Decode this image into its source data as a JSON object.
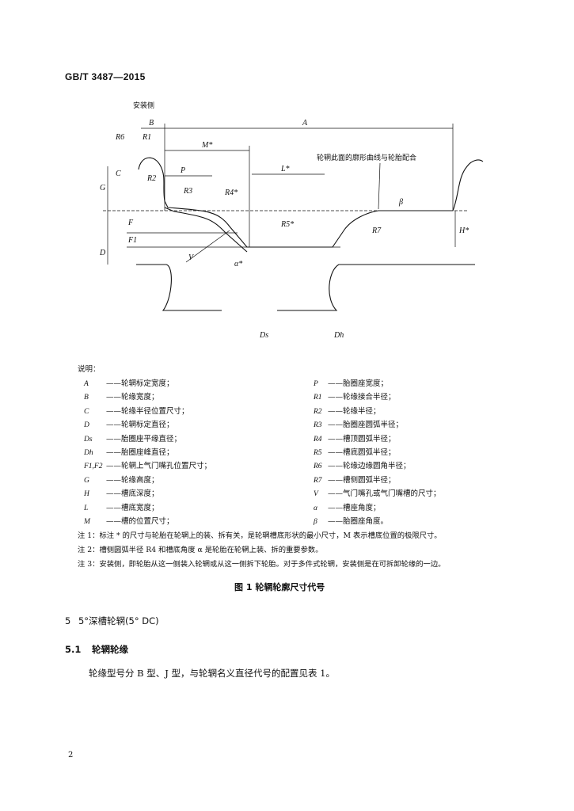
{
  "header": {
    "standard": "GB/T 3487—2015"
  },
  "figure": {
    "labels": {
      "mount_side": "安装侧",
      "B": "B",
      "A": "A",
      "M": "M*",
      "P": "P",
      "L": "L*",
      "R6": "R6",
      "R1": "R1",
      "R2": "R2",
      "R3": "R3",
      "R4": "R4*",
      "R5": "R5*",
      "R7": "R7",
      "C": "C",
      "G": "G",
      "F": "F",
      "F1": "F1",
      "D": "D",
      "H": "H*",
      "V": "V",
      "alpha": "α*",
      "beta": "β",
      "Ds": "Ds",
      "Dh": "Dh",
      "callout": "轮辋此面的廓形曲线与轮胎配合"
    }
  },
  "legend": {
    "title": "说明：",
    "left": [
      {
        "sym": "A",
        "text": "——轮辋标定宽度；"
      },
      {
        "sym": "B",
        "text": "——轮缘宽度；"
      },
      {
        "sym": "C",
        "text": "——轮缘半径位置尺寸；"
      },
      {
        "sym": "D",
        "text": "——轮辋标定直径；"
      },
      {
        "sym": "Ds",
        "text": "——胎圈座平缘直径；"
      },
      {
        "sym": "Dh",
        "text": "——胎圈座峰直径；"
      },
      {
        "sym": "F1,F2",
        "text": "——轮辋上气门嘴孔位置尺寸；"
      },
      {
        "sym": "G",
        "text": "——轮缘高度；"
      },
      {
        "sym": "H",
        "text": "——槽底深度；"
      },
      {
        "sym": "L",
        "text": "——槽底宽度；"
      },
      {
        "sym": "M",
        "text": "——槽的位置尺寸；"
      }
    ],
    "right": [
      {
        "sym": "P",
        "text": "——胎圈座宽度；"
      },
      {
        "sym": "R1",
        "text": "——轮缘接合半径；"
      },
      {
        "sym": "R2",
        "text": "——轮缘半径；"
      },
      {
        "sym": "R3",
        "text": "——胎圈座圆弧半径；"
      },
      {
        "sym": "R4",
        "text": "——槽顶圆弧半径；"
      },
      {
        "sym": "R5",
        "text": "——槽底圆弧半径；"
      },
      {
        "sym": "R6",
        "text": "——轮缘边缘圆角半径；"
      },
      {
        "sym": "R7",
        "text": "——槽侧圆弧半径；"
      },
      {
        "sym": "V",
        "text": "——气门嘴孔或气门嘴槽的尺寸；"
      },
      {
        "sym": "α",
        "text": "——槽座角度；"
      },
      {
        "sym": "β",
        "text": "——胎圈座角度。"
      }
    ]
  },
  "notes": [
    "注 1：标注 * 的尺寸与轮胎在轮辋上的装、拆有关，是轮辋槽底形状的最小尺寸，M 表示槽底位置的极限尺寸。",
    "注 2：槽侧圆弧半径 R4 和槽底角度 α 是轮胎在轮辋上装、拆的重要参数。",
    "注 3：安装侧，即轮胎从这一侧装入轮辋或从这一侧拆下轮胎。对于多件式轮辋，安装侧是在可拆卸轮缘的一边。"
  ],
  "caption": "图 1  轮辋轮廓尺寸代号",
  "section5": {
    "num": "5",
    "title": "5°深槽轮辋(5° DC)"
  },
  "section51": {
    "num": "5.1",
    "title": "轮辋轮缘"
  },
  "paragraph": "轮缘型号分 B 型、J 型，与轮辋名义直径代号的配置见表 1。",
  "page_number": "2"
}
